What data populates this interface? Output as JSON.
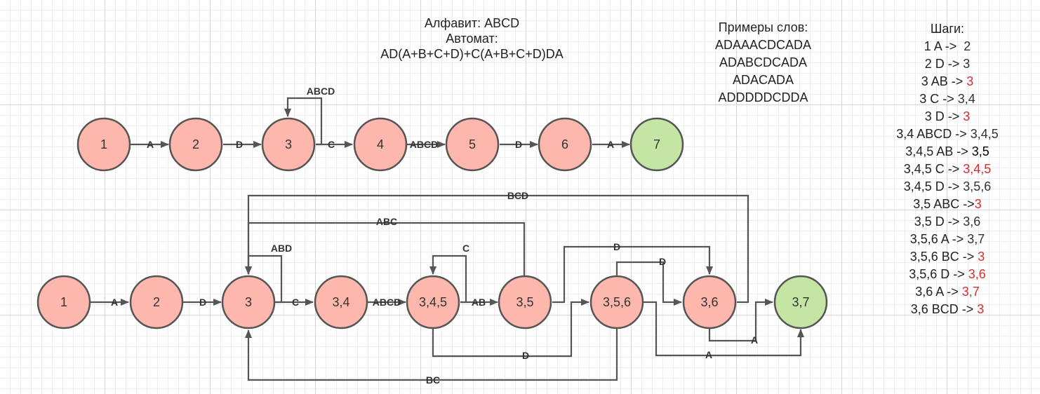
{
  "header": {
    "alphabet": "Алфавит: ABCD",
    "automaton_label": "Автомат:",
    "regex": "AD(A+B+C+D)+C(A+B+C+D)DA"
  },
  "examples": {
    "title": "Примеры слов:",
    "words": [
      "ADAAACDCADA",
      "ADABCDCADA",
      "ADACADA",
      "ADDDDDCDDA"
    ]
  },
  "steps": {
    "title": "Шаги:",
    "items": [
      {
        "from": "1 A ->  ",
        "to": "2",
        "color": "#333333"
      },
      {
        "from": "2 D -> ",
        "to": "3",
        "color": "#333333"
      },
      {
        "from": "3 AB -> ",
        "to": "3",
        "color": "#d62e2e"
      },
      {
        "from": "3 C -> ",
        "to": "3,4",
        "color": "#333333"
      },
      {
        "from": "3 D -> ",
        "to": "3",
        "color": "#d62e2e"
      },
      {
        "from": "3,4 ABCD -> ",
        "to": "3,4,5",
        "color": "#333333"
      },
      {
        "from": "3,4,5 AB -> ",
        "to": "3,5",
        "color": "#000000"
      },
      {
        "from": "3,4,5 C -> ",
        "to": "3,4,5",
        "color": "#d62e2e"
      },
      {
        "from": "3,4,5 D -> ",
        "to": "3,5,6",
        "color": "#333333"
      },
      {
        "from": "3,5 ABC ->",
        "to": "3",
        "color": "#d62e2e"
      },
      {
        "from": "3,5 D -> ",
        "to": "3,6",
        "color": "#333333"
      },
      {
        "from": "3,5,6 A -> ",
        "to": "3,7",
        "color": "#333333"
      },
      {
        "from": "3,5,6 BC -> ",
        "to": "3",
        "color": "#d62e2e"
      },
      {
        "from": "3,5,6 D -> ",
        "to": "3,6",
        "color": "#d62e2e"
      },
      {
        "from": "3,6 A -> ",
        "to": "3,7",
        "color": "#d62e2e"
      },
      {
        "from": "3,6 BCD -> ",
        "to": "3",
        "color": "#d62e2e"
      }
    ]
  },
  "colors": {
    "state": "#fdb7ad",
    "final_state": "#c5e5a5",
    "edge": "#555555"
  },
  "nfa": {
    "states": [
      "1",
      "2",
      "3",
      "4",
      "5",
      "6",
      "7"
    ],
    "final": "7",
    "edge_labels": [
      "A",
      "D",
      "ABCD",
      "C",
      "ABCD",
      "D",
      "A"
    ]
  },
  "dfa": {
    "states": [
      "1",
      "2",
      "3",
      "3,4",
      "3,4,5",
      "3,5",
      "3,5,6",
      "3,6",
      "3,7"
    ],
    "final": "3,7",
    "edge_labels": [
      "A",
      "D",
      "C",
      "ABCD",
      "AB",
      "ABD",
      "C",
      "BCD",
      "ABC",
      "D",
      "D",
      "D",
      "A",
      "A",
      "BC"
    ]
  }
}
